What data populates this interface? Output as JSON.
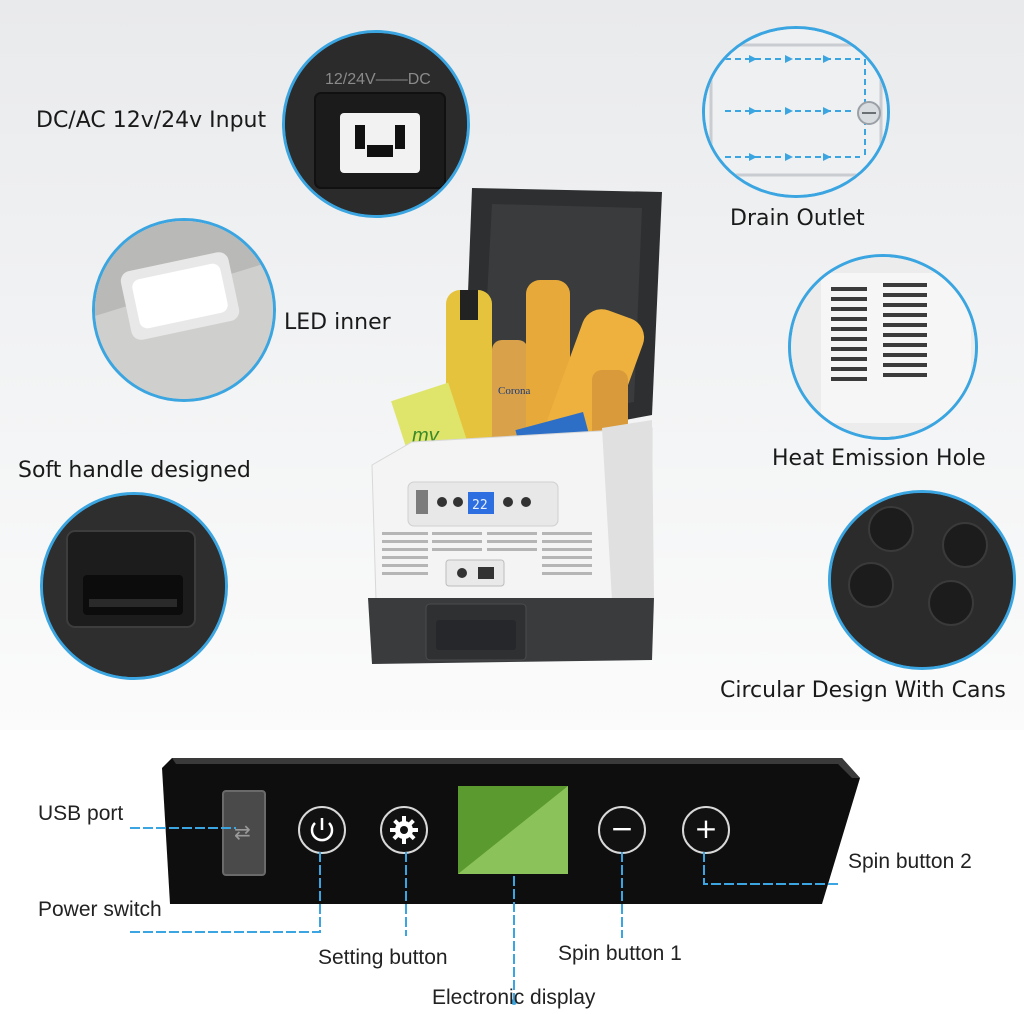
{
  "features": {
    "dc_input": {
      "label": "DC/AC 12v/24v Input",
      "plate_text": "12/24V——DC"
    },
    "drain_outlet": {
      "label": "Drain Outlet"
    },
    "led_inner": {
      "label": "LED inner"
    },
    "heat_emission": {
      "label": "Heat Emission Hole"
    },
    "soft_handle": {
      "label": "Soft handle designed"
    },
    "circular_cans": {
      "label": "Circular Design With Cans"
    }
  },
  "fridge": {
    "display_text": "22",
    "can_label": "my",
    "bottle_label": "Corona"
  },
  "panel": {
    "usb_port": "USB port",
    "power_switch": "Power switch",
    "setting_button": "Setting button",
    "electronic_display": "Electronic display",
    "spin_button_1": "Spin button 1",
    "spin_button_2": "Spin button 2",
    "minus_symbol": "−",
    "plus_symbol": "+"
  },
  "colors": {
    "accent_blue": "#3aa5e0",
    "display_green": "#6aaa3c",
    "panel_black": "#0e0e0e"
  }
}
